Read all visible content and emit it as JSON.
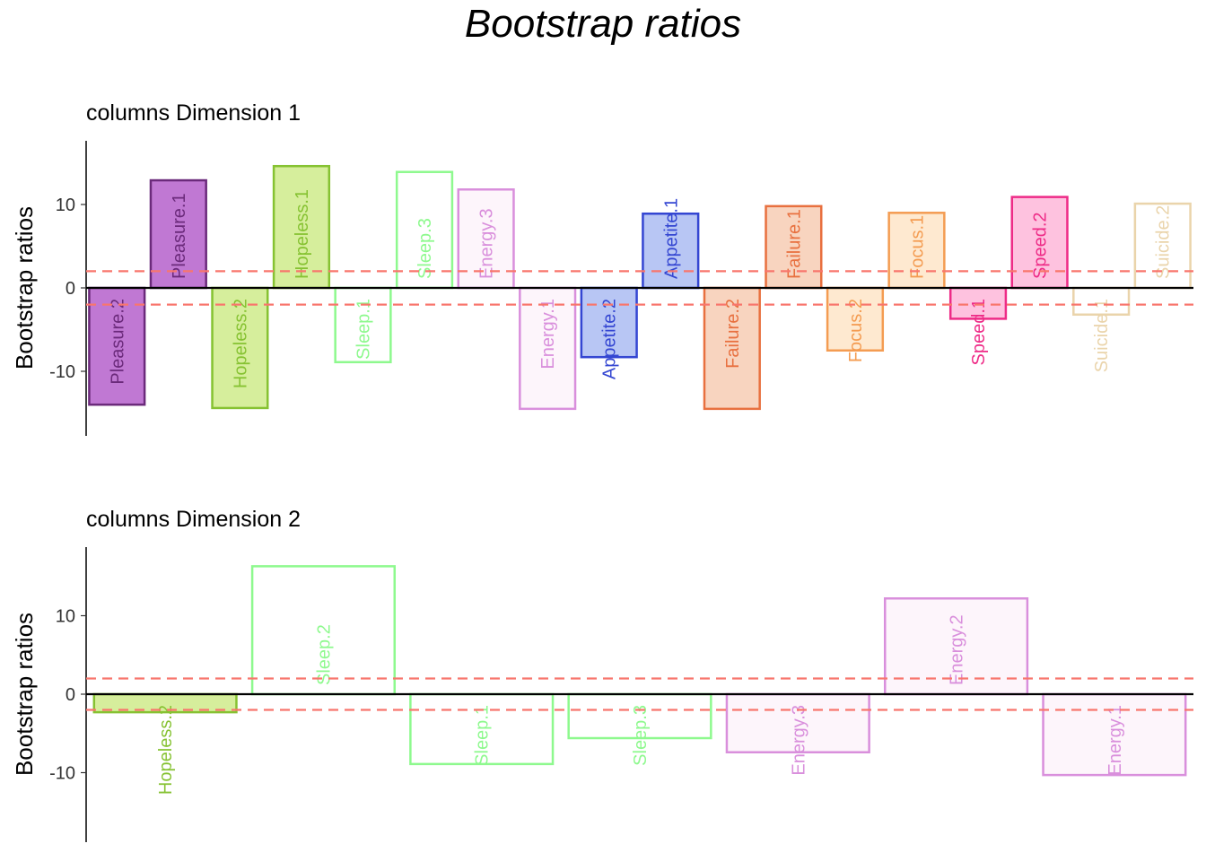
{
  "title": "Bootstrap ratios",
  "chart_data": [
    {
      "type": "bar",
      "title": "columns Dimension 1",
      "xlabel": "",
      "ylabel": "Bootstrap ratios",
      "ylim": [
        -17.8,
        17.8
      ],
      "yticks": [
        -10,
        0,
        10
      ],
      "ytick_labels": [
        "-10",
        "0",
        "10"
      ],
      "threshold_lines": [
        2,
        -2
      ],
      "threshold_color": "#F8766D",
      "categories": [
        "Pleasure.2",
        "Pleasure.1",
        "Hopeless.2",
        "Hopeless.1",
        "Sleep.1",
        "Sleep.3",
        "Energy.3",
        "Energy.1",
        "Appetite.2",
        "Appetite.1",
        "Failure.2",
        "Failure.1",
        "Focus.2",
        "Focus.1",
        "Speed.1",
        "Speed.2",
        "Suicide.1",
        "Suicide.2"
      ],
      "values": [
        -14.0,
        12.9,
        -14.4,
        14.6,
        -8.9,
        13.9,
        11.8,
        -14.5,
        -8.3,
        8.9,
        -14.5,
        9.8,
        -7.5,
        9.0,
        -3.7,
        10.9,
        -3.2,
        10.1
      ],
      "fills": [
        "#C078D3",
        "#C078D3",
        "#D6EE9C",
        "#D6EE9C",
        "#FFFFFF",
        "#FFFFFF",
        "#FDF5FB",
        "#FDF5FB",
        "#B8C6F4",
        "#B8C6F4",
        "#F8D4BF",
        "#F8D4BF",
        "#FEE9D0",
        "#FEE9D0",
        "#FEC2DF",
        "#FEC2DF",
        "#FFFFFF",
        "#FFFFFF"
      ],
      "strokes": [
        "#6B2A7B",
        "#6B2A7B",
        "#86C232",
        "#86C232",
        "#8EF98E",
        "#8EF98E",
        "#D98FDC",
        "#D98FDC",
        "#3446D2",
        "#3446D2",
        "#E8703F",
        "#E8703F",
        "#F49C52",
        "#F49C52",
        "#EE2B87",
        "#EE2B87",
        "#EAD4AB",
        "#EAD4AB"
      ]
    },
    {
      "type": "bar",
      "title": "columns Dimension 2",
      "xlabel": "",
      "ylabel": "Bootstrap ratios",
      "ylim": [
        -18.8,
        18.8
      ],
      "yticks": [
        -10,
        0,
        10
      ],
      "ytick_labels": [
        "-10",
        "0",
        "10"
      ],
      "threshold_lines": [
        2,
        -2
      ],
      "threshold_color": "#F8766D",
      "categories": [
        "Hopeless.2",
        "Sleep.2",
        "Sleep.1",
        "Sleep.3",
        "Energy.3",
        "Energy.2",
        "Energy.1"
      ],
      "values": [
        -2.3,
        16.3,
        -8.9,
        -5.6,
        -7.4,
        12.2,
        -10.3
      ],
      "fills": [
        "#D6EE9C",
        "#FFFFFF",
        "#FFFFFF",
        "#FFFFFF",
        "#FDF5FB",
        "#FDF5FB",
        "#FDF5FB"
      ],
      "strokes": [
        "#86C232",
        "#8EF98E",
        "#8EF98E",
        "#8EF98E",
        "#D98FDC",
        "#D98FDC",
        "#D98FDC"
      ]
    }
  ]
}
